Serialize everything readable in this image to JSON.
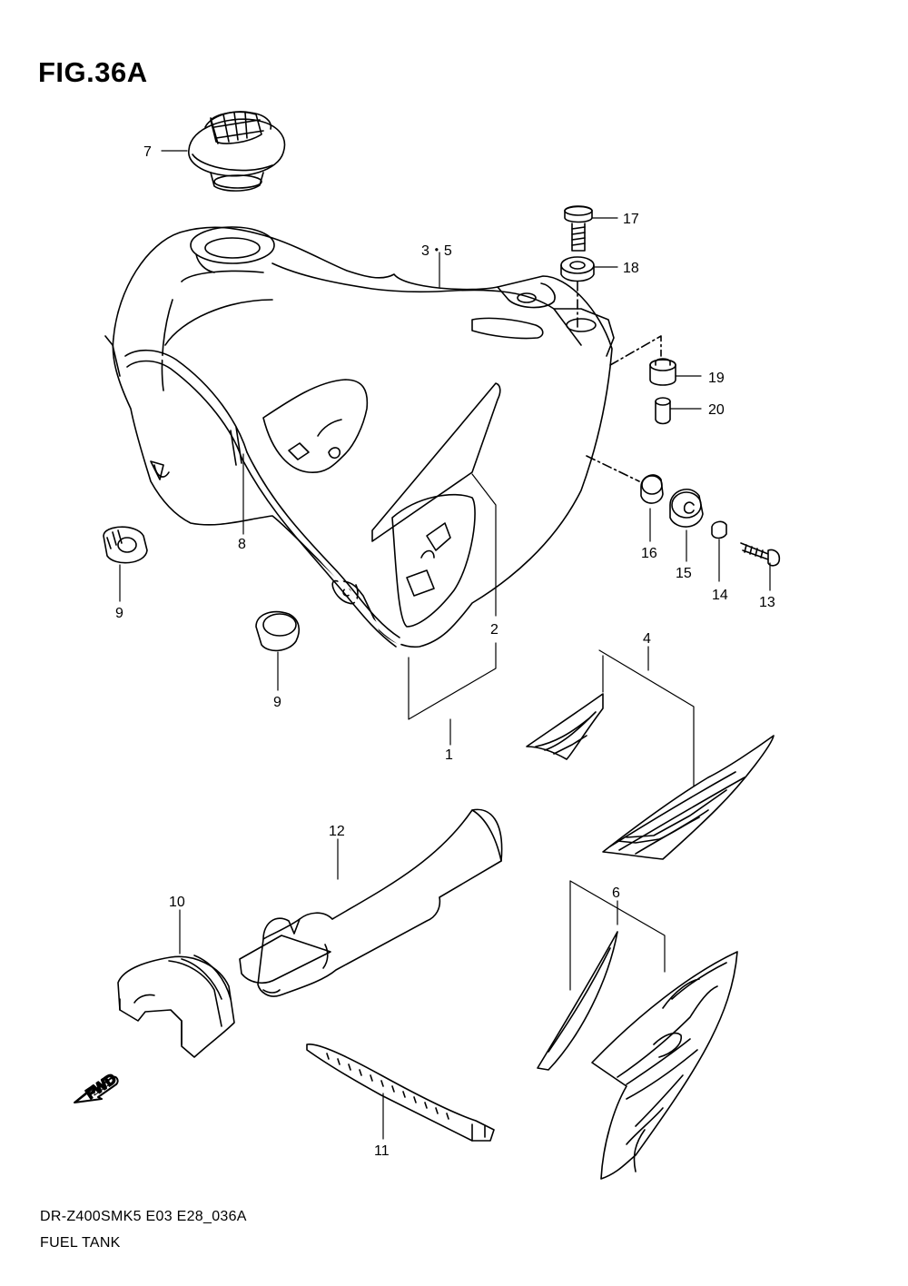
{
  "figure": {
    "title": "FIG.36A",
    "model_code": "DR-Z400SMK5 E03 E28_036A",
    "name": "FUEL TANK",
    "fwd_badge": "FWD"
  },
  "callouts": [
    {
      "id": "7",
      "text": "7"
    },
    {
      "id": "3-5",
      "text": "3・5"
    },
    {
      "id": "17",
      "text": "17"
    },
    {
      "id": "18",
      "text": "18"
    },
    {
      "id": "19",
      "text": "19"
    },
    {
      "id": "20",
      "text": "20"
    },
    {
      "id": "8",
      "text": "8"
    },
    {
      "id": "16",
      "text": "16"
    },
    {
      "id": "15",
      "text": "15"
    },
    {
      "id": "14",
      "text": "14"
    },
    {
      "id": "13",
      "text": "13"
    },
    {
      "id": "9a",
      "text": "9"
    },
    {
      "id": "9b",
      "text": "9"
    },
    {
      "id": "2",
      "text": "2"
    },
    {
      "id": "4",
      "text": "4"
    },
    {
      "id": "1",
      "text": "1"
    },
    {
      "id": "12",
      "text": "12"
    },
    {
      "id": "10",
      "text": "10"
    },
    {
      "id": "6",
      "text": "6"
    },
    {
      "id": "11",
      "text": "11"
    }
  ],
  "parts_icons": [
    "fuel-cap-icon",
    "fuel-tank-icon",
    "bolt-icon",
    "washer-icon",
    "cushion-icon",
    "collar-icon",
    "hose-icon",
    "plug-icon",
    "emblem-icon",
    "side-decal-icon",
    "sleeve-cover-icon",
    "grommet-icon",
    "cable-tie-icon",
    "fwd-arrow-icon"
  ]
}
